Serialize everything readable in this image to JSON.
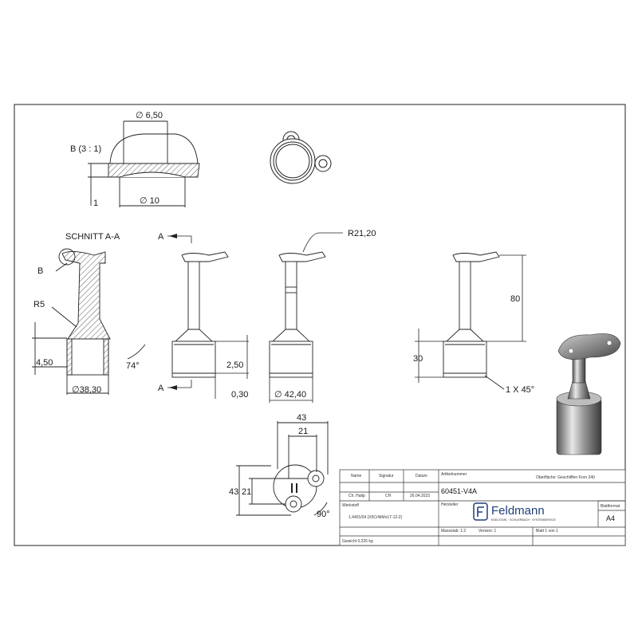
{
  "section_a": {
    "detail_label": "B (3 : 1)",
    "dia_top": "∅ 6,50",
    "dia_bottom": "∅ 10",
    "small_dim": "1"
  },
  "section": {
    "title": "SCHNITT A-A",
    "b_label": "B",
    "r5": "R5",
    "dim_450": "4,50",
    "angle_74": "74°",
    "dia_3830": "∅38,30"
  },
  "front": {
    "cut_a_top": "A",
    "cut_a_bottom": "A",
    "dim_250": "2,50",
    "dim_030": "0,30",
    "dia_4240": "∅ 42,40",
    "r2120": "R21,20"
  },
  "side": {
    "dim_80": "80",
    "dim_30": "30",
    "chamfer": "1 X 45°"
  },
  "bottom_view": {
    "dim_43_top": "43",
    "dim_21_top": "21",
    "dim_43_left": "43",
    "dim_21_left": "21",
    "angle_90": "90°"
  },
  "title_block": {
    "h_name": "Name",
    "h_signatur": "Signatur",
    "h_datum": "Datum",
    "name": "Ch. Haltp",
    "signatur": "CH",
    "datum": "26.04.2023",
    "werkstoff_label": "Werkstoff",
    "werkstoff": "1.4401/04 (X5CrNiMo17-12-2)",
    "gewicht": "Gewicht 0.226 kg",
    "artikel_label": "Artikelnummer",
    "artikel": "60451-V4A",
    "oberflaeche": "Oberfläche: Geschliffen Korn 240",
    "hersteller_label": "Hersteller",
    "company": "Feldmann",
    "company_sub": "EDELSTAHL  ·  SCHLIERBACH  ·  SYSTEMSERVICE",
    "blattformat_label": "Blattformat",
    "blattformat": "A4",
    "massstab": "Massstab: 1:2",
    "version": "Version: 1",
    "blatt": "Blatt 1 von 1"
  }
}
